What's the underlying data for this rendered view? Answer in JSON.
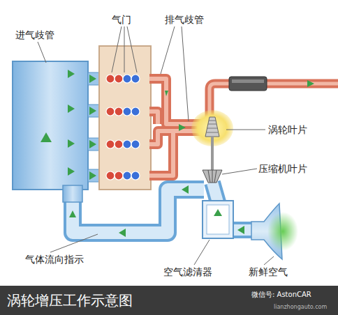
{
  "diagram": {
    "caption": "涡轮增压工作示意图",
    "labels": [
      "进气歧管",
      "气门",
      "排气歧管",
      "涡轮叶片",
      "压缩机叶片",
      "气体流向指示",
      "空气滤清器",
      "新鲜空气",
      "微信号: AstonCAR",
      "lianzhongauto.com"
    ]
  }
}
